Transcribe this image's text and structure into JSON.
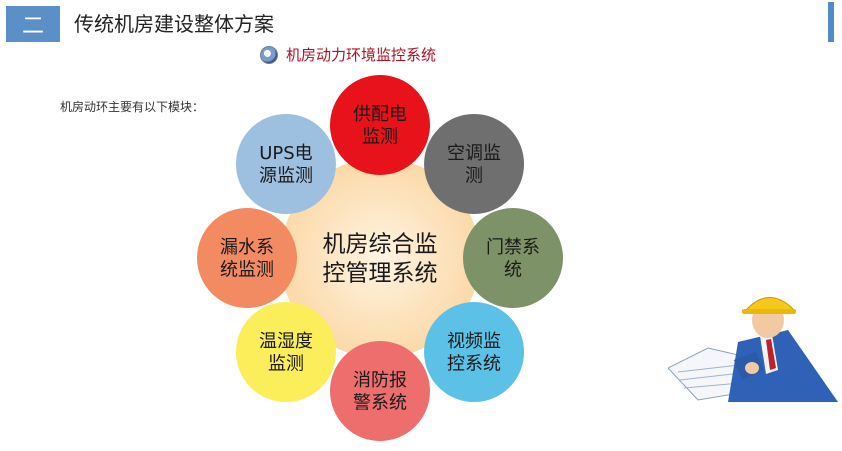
{
  "header": {
    "number": "二",
    "title": "传统机房建设整体方案"
  },
  "subtitle": "机房动力环境监控系统",
  "intro": "机房动环主要有以下模块：",
  "center": {
    "lines": [
      "机房综合监",
      "控管理系统"
    ],
    "color": "#fde6c8"
  },
  "nodes": [
    {
      "lines": [
        "供配电",
        "监测"
      ],
      "color": "#e8121a"
    },
    {
      "lines": [
        "空调监",
        "测"
      ],
      "color": "#6f6f6f"
    },
    {
      "lines": [
        "门禁系",
        "统"
      ],
      "color": "#7e9268"
    },
    {
      "lines": [
        "视频监",
        "控系统"
      ],
      "color": "#5bc1e6"
    },
    {
      "lines": [
        "消防报",
        "警系统"
      ],
      "color": "#ee6e6e"
    },
    {
      "lines": [
        "温湿度",
        "监测"
      ],
      "color": "#fbee5a"
    },
    {
      "lines": [
        "漏水系",
        "统监测"
      ],
      "color": "#f28a62"
    },
    {
      "lines": [
        "UPS电",
        "源监测"
      ],
      "color": "#9dbfe0"
    }
  ]
}
